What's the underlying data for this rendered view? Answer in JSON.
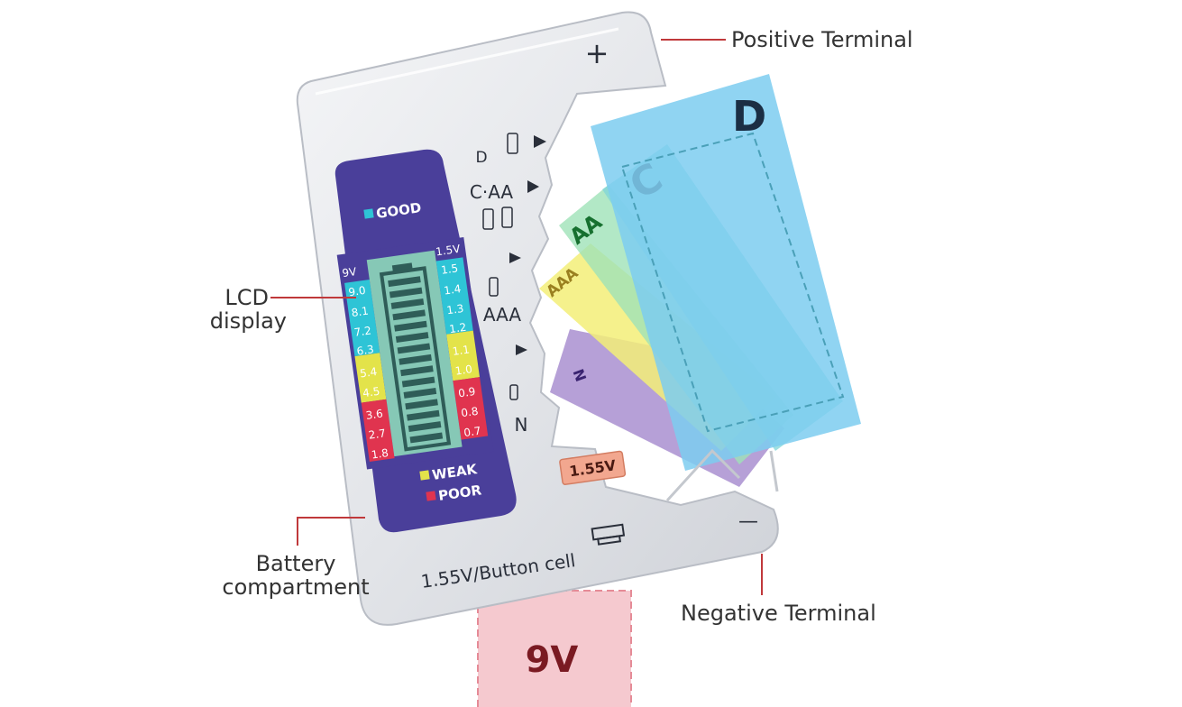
{
  "callouts": {
    "positive": "Positive Terminal",
    "lcd": [
      "LCD",
      "display"
    ],
    "compartment": [
      "Battery",
      "compartment"
    ],
    "negative": "Negative Terminal"
  },
  "device": {
    "plus": "+",
    "minus": "—",
    "button_cell_label": "1.55V/Button cell",
    "voltage_badge": "1.55V",
    "slot_labels": {
      "d": "D",
      "caa": "C·AA",
      "aaa": "AAA",
      "n": "N"
    }
  },
  "lcd": {
    "good": "GOOD",
    "weak": "WEAK",
    "poor": "POOR",
    "left_scale_header": "9V",
    "right_scale_header": "1.5V",
    "left_scale": [
      "9.0",
      "8.1",
      "7.2",
      "6.3",
      "5.4",
      "4.5",
      "3.6",
      "2.7",
      "1.8"
    ],
    "right_scale": [
      "1.5",
      "1.4",
      "1.3",
      "1.2",
      "1.1",
      "1.0",
      "0.9",
      "0.8",
      "0.7"
    ],
    "colors": {
      "good": "#2ec4d6",
      "weak": "#e3e34a",
      "poor": "#e0344f",
      "panel": "#4a3f9a"
    }
  },
  "batteries": {
    "d": "D",
    "c": "C",
    "aa": "AA",
    "aaa": "AAA",
    "n": "N",
    "nine_volt": "9V"
  }
}
